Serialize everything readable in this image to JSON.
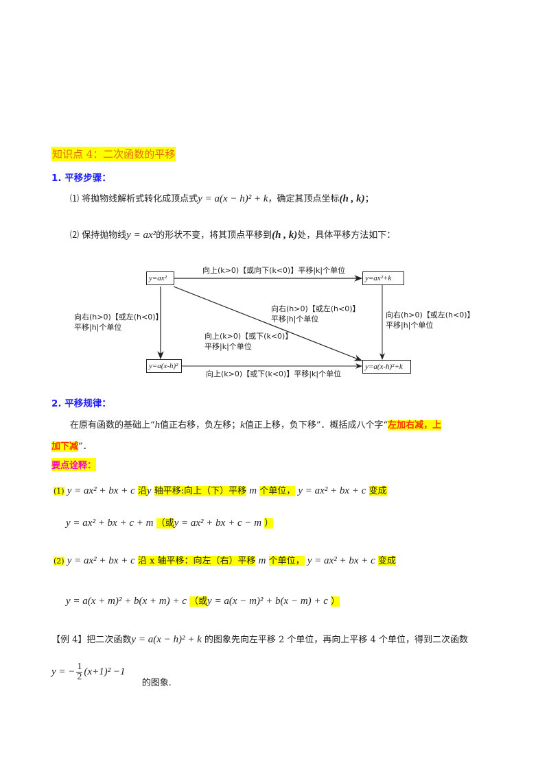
{
  "section_title": "知识点 4：二次函数的平移",
  "part1": {
    "heading": "1. 平移步骤：",
    "step1": {
      "num": "⑴",
      "text_a": "将抛物线解析式转化成顶点式",
      "formula": "y = a(x − h)² + k",
      "text_b": "，确定其顶点坐标",
      "coord": "(h , k)",
      "end": "；"
    },
    "step2": {
      "num": "⑵",
      "text_a": "保持抛物线",
      "formula": "y = ax²",
      "text_b": "的形状不变，将其顶点平移到",
      "coord": "(h , k)",
      "text_c": "处，具体平移方法如下："
    }
  },
  "diagram": {
    "nodes": {
      "top_left": "y=ax²",
      "top_right": "y=ax²+k",
      "bottom_left": "y=a(x-h)²",
      "bottom_right": "y=a(x-h)²+k"
    },
    "edges": {
      "top": "向上(k>0)【或向下(k<0)】平移|k|个单位",
      "left_1": "向右(h>0)【或左(h<0)】",
      "left_2": "平移|h|个单位",
      "diag_upper_1": "向右(h>0)【或左(h<0)】",
      "diag_upper_2": "平移|h|个单位",
      "diag_lower_1": "向上(k>0)【或下(k<0)】",
      "diag_lower_2": "平移|k|个单位",
      "right_1": "向右(h>0)【或左(h<0)】",
      "right_2": "平移|h|个单位",
      "bottom": "向上(k>0)【或下(k<0)】平移|k|个单位"
    }
  },
  "part2": {
    "heading": "2. 平移规律：",
    "rule_a": "在原有函数的基础上“",
    "rule_h": "h",
    "rule_b": "值正右移，负左移；",
    "rule_k": "k",
    "rule_c": "值正上移，负下移”．概括成八个字“",
    "slogan_1": "左加右减，上",
    "slogan_2": "加下减",
    "rule_end": "”．",
    "key_points_label": "要点诠释："
  },
  "notes": {
    "n1": {
      "num": "(1)",
      "formula": "y = ax² + bx + c",
      "along": "沿",
      "axis": "y",
      "text": "轴平移:向上（下）平移",
      "m": "m",
      "units": "个单位，",
      "formula2": "y = ax² + bx + c",
      "becomes": "变成",
      "result": "y = ax² + bx + c + m",
      "or": "（或",
      "result_alt": "y = ax² + bx + c − m",
      "close": "）"
    },
    "n2": {
      "num": "(2)",
      "formula": "y = ax² + bx + c",
      "text": "沿 x 轴平移：向左（右）平移",
      "m": "m",
      "units": "个单位，",
      "formula2": "y = ax² + bx + c",
      "becomes": "变成",
      "result": "y = a(x + m)² + b(x + m) + c",
      "or": "（或",
      "result_alt": "y = a(x − m)² + b(x − m) + c",
      "close": "）"
    }
  },
  "example": {
    "label": "【例 4】",
    "text_a": "把二次函数",
    "formula": "y = a(x − h)² + k",
    "text_b": "的图象先向左平移 2 个单位，再向上平移 4 个单位，得到二次函数",
    "result_lhs": "y = −",
    "frac_num": "1",
    "frac_den": "2",
    "result_rhs": "(x+1)² −1",
    "text_c": "的图象."
  },
  "colors": {
    "highlight": "#ffff00",
    "title": "#e36c0a",
    "heading_blue": "#1f1fff",
    "slogan": "#ff3300",
    "key_points": "#ff00cc"
  }
}
